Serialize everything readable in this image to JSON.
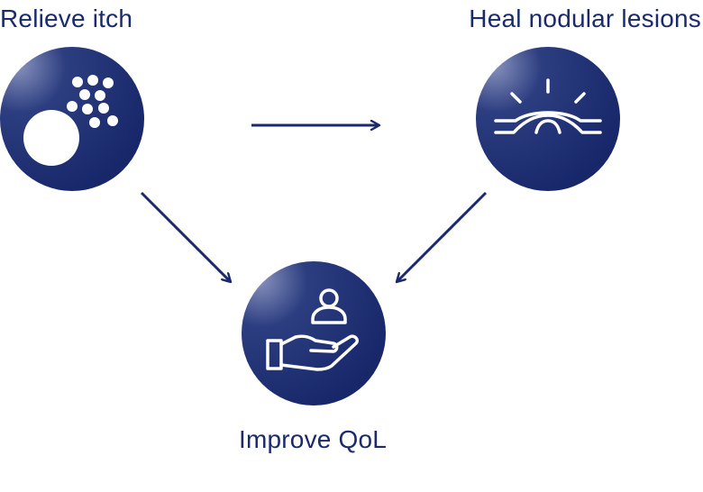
{
  "nodes": {
    "itch": {
      "label": "Relieve itch",
      "icon": "itch-dots-icon"
    },
    "heal": {
      "label": "Heal nodular lesions",
      "icon": "healing-skin-icon"
    },
    "qol": {
      "label": "Improve QoL",
      "icon": "person-in-hand-icon"
    }
  },
  "edges": [
    {
      "from": "itch",
      "to": "heal"
    },
    {
      "from": "itch",
      "to": "qol"
    },
    {
      "from": "heal",
      "to": "qol"
    }
  ],
  "colors": {
    "primary": "#1a2a6c",
    "gradient_light": "#8a94bf",
    "icon": "#ffffff",
    "background": "#ffffff"
  }
}
